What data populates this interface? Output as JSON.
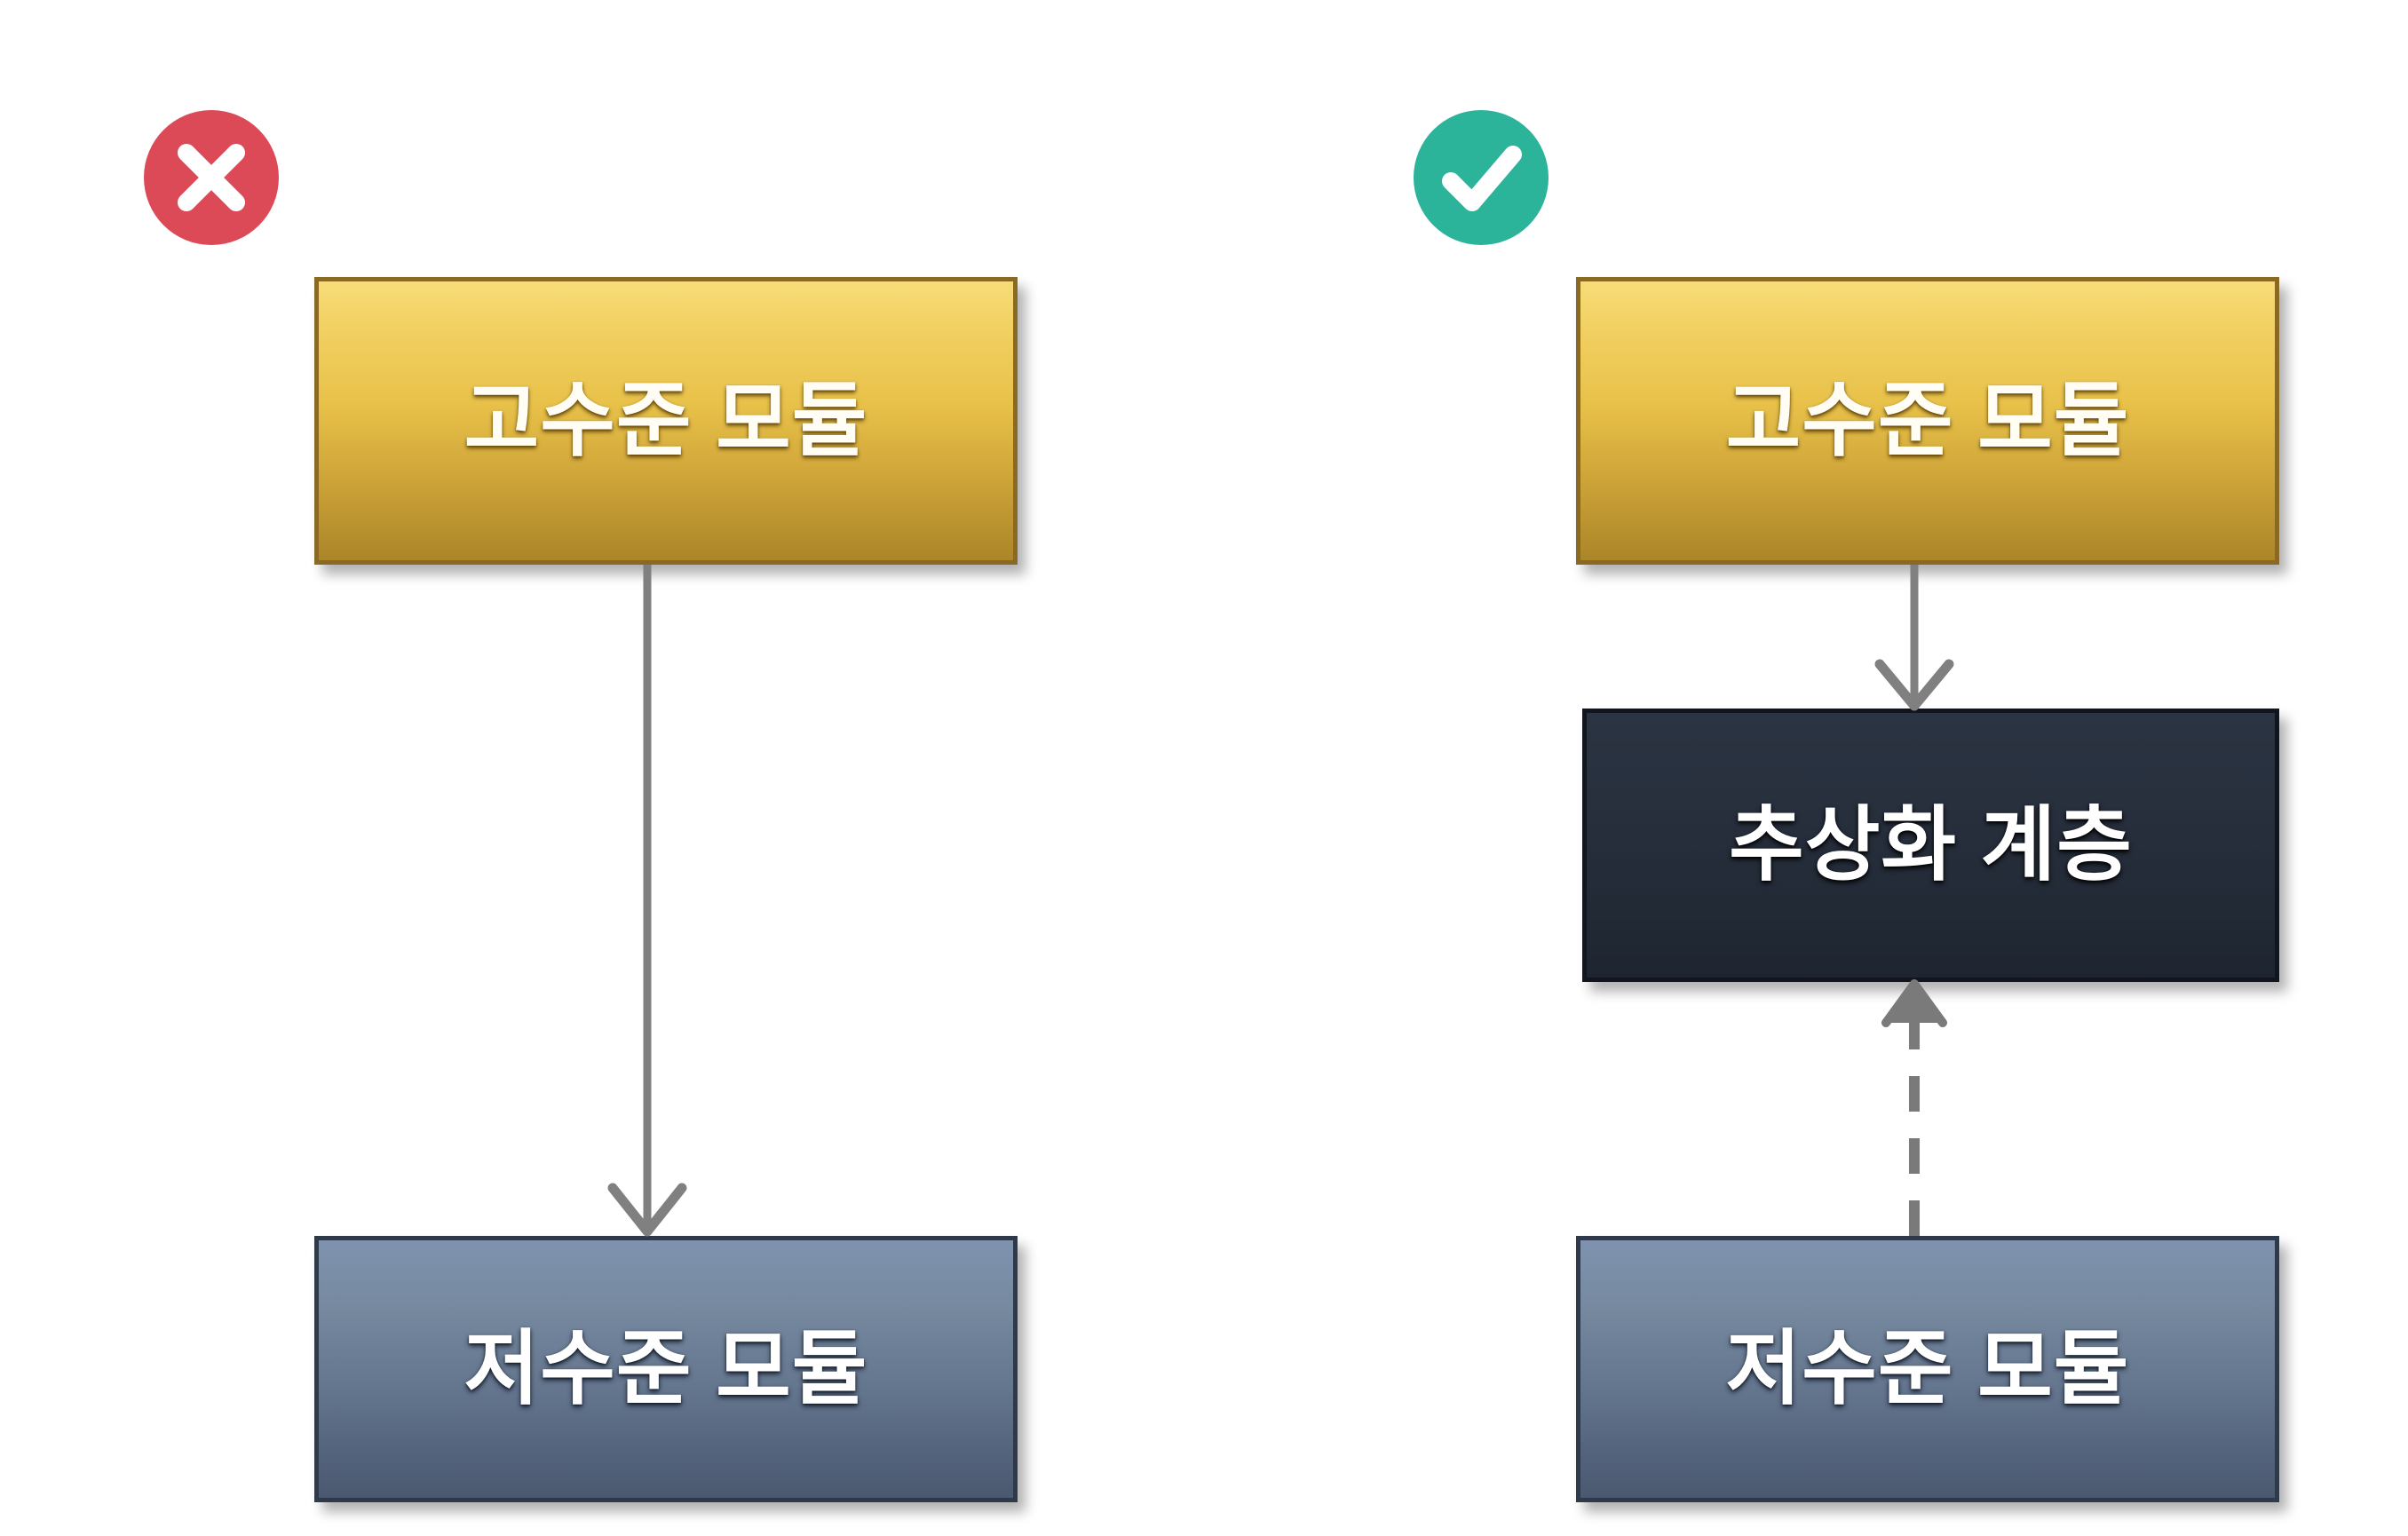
{
  "diagram": {
    "title": "Dependency Inversion Principle comparison",
    "type": "diagram",
    "background_color": "#ffffff",
    "panels": [
      {
        "id": "bad",
        "badge": {
          "icon": "cross-icon",
          "meaning": "incorrect",
          "color": "#dc4a58",
          "glyph_color": "#ffffff"
        },
        "nodes": [
          {
            "id": "high-module",
            "label": "고수준 모듈",
            "style": "gold",
            "text_color": "#fffdf4"
          },
          {
            "id": "low-module",
            "label": "저수준 모듈",
            "style": "blue",
            "text_color": "#ffffff"
          }
        ],
        "edges": [
          {
            "id": "edge-high-to-low",
            "from": "high-module",
            "to": "low-module",
            "line": "solid",
            "direction": "down",
            "color": "#808080",
            "arrowhead": "open"
          }
        ]
      },
      {
        "id": "good",
        "badge": {
          "icon": "check-icon",
          "meaning": "correct",
          "color": "#2bb49a",
          "glyph_color": "#ffffff"
        },
        "nodes": [
          {
            "id": "high-module-2",
            "label": "고수준 모듈",
            "style": "gold",
            "text_color": "#fffdf4"
          },
          {
            "id": "abstraction-layer",
            "label": "추상화 계층",
            "style": "dark",
            "text_color": "#ffffff"
          },
          {
            "id": "low-module-2",
            "label": "저수준 모듈",
            "style": "blue",
            "text_color": "#ffffff"
          }
        ],
        "edges": [
          {
            "id": "edge-high-to-abstraction",
            "from": "high-module-2",
            "to": "abstraction-layer",
            "line": "solid",
            "direction": "down",
            "color": "#808080",
            "arrowhead": "open"
          },
          {
            "id": "edge-low-to-abstraction",
            "from": "low-module-2",
            "to": "abstraction-layer",
            "line": "dashed",
            "direction": "up",
            "color": "#7a7a7a",
            "arrowhead": "open"
          }
        ]
      }
    ],
    "palette": {
      "gold_top": "#f7dc77",
      "gold_bottom": "#ab8629",
      "gold_border": "#8a6a22",
      "blue_top": "#7f93b0",
      "blue_bottom": "#4a596f",
      "blue_border": "#2e3949",
      "dark_fill": "#242c39",
      "dark_border": "#11161e",
      "bad_red": "#dc4a58",
      "good_teal": "#2bb49a",
      "connector_gray": "#808080"
    }
  }
}
